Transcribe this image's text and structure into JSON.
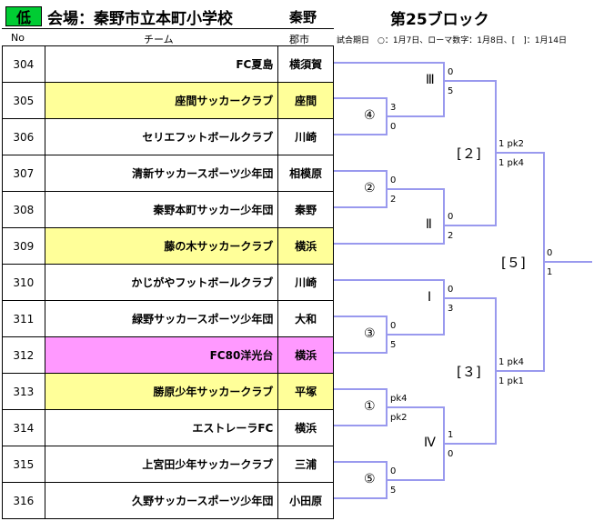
{
  "header": {
    "level": "低",
    "venue": "会場：秦野市立本町小学校",
    "city": "秦野",
    "block": "第25ブロック",
    "col_no": "No",
    "col_team": "チーム",
    "col_city": "郡市",
    "match_dates": "試合期日　○：1月7日、ローマ数字：1月8日、[　]：1月14日"
  },
  "teams": [
    {
      "no": "304",
      "name": "FC夏島",
      "city": "横須賀",
      "seed": ""
    },
    {
      "no": "305",
      "name": "座間サッカークラブ",
      "city": "座間",
      "seed": "yellow"
    },
    {
      "no": "306",
      "name": "セリエフットボールクラブ",
      "city": "川崎",
      "seed": ""
    },
    {
      "no": "307",
      "name": "清新サッカースポーツ少年団",
      "city": "相模原",
      "seed": ""
    },
    {
      "no": "308",
      "name": "秦野本町サッカー少年団",
      "city": "秦野",
      "seed": ""
    },
    {
      "no": "309",
      "name": "藤の木サッカークラブ",
      "city": "横浜",
      "seed": "yellow"
    },
    {
      "no": "310",
      "name": "かじがやフットボールクラブ",
      "city": "川崎",
      "seed": ""
    },
    {
      "no": "311",
      "name": "緑野サッカースポーツ少年団",
      "city": "大和",
      "seed": ""
    },
    {
      "no": "312",
      "name": "FC80洋光台",
      "city": "横浜",
      "seed": "pink"
    },
    {
      "no": "313",
      "name": "勝原少年サッカークラブ",
      "city": "平塚",
      "seed": "yellow"
    },
    {
      "no": "314",
      "name": "エストレーラFC",
      "city": "横浜",
      "seed": ""
    },
    {
      "no": "315",
      "name": "上宮田少年サッカークラブ",
      "city": "三浦",
      "seed": ""
    },
    {
      "no": "316",
      "name": "久野サッカースポーツ少年団",
      "city": "小田原",
      "seed": ""
    }
  ],
  "matches": {
    "m4": {
      "label": "④",
      "top": "3",
      "bottom": "0"
    },
    "m2": {
      "label": "②",
      "top": "0",
      "bottom": "2"
    },
    "m3": {
      "label": "③",
      "top": "0",
      "bottom": "5"
    },
    "m1": {
      "label": "①",
      "top": "pk4",
      "bottom": "pk2"
    },
    "m5": {
      "label": "⑤",
      "top": "0",
      "bottom": "5"
    },
    "rIII": {
      "label": "Ⅲ",
      "top": "0",
      "bottom": "5"
    },
    "rII": {
      "label": "Ⅱ",
      "top": "0",
      "bottom": "2"
    },
    "rI": {
      "label": "Ⅰ",
      "top": "0",
      "bottom": "3"
    },
    "rIV": {
      "label": "Ⅳ",
      "top": "1",
      "bottom": "0"
    },
    "s2": {
      "label": "[２]",
      "top": "1 pk2",
      "bottom": "1 pk4"
    },
    "s3": {
      "label": "[３]",
      "top": "1 pk4",
      "bottom": "1 pk1"
    },
    "f5": {
      "label": "[５]",
      "top": "0",
      "bottom": "1"
    }
  },
  "colors": {
    "bracket": "#9999ee",
    "seed_yellow": "#ffff99",
    "seed_pink": "#ff99ff",
    "badge_green": "#00cc33"
  }
}
